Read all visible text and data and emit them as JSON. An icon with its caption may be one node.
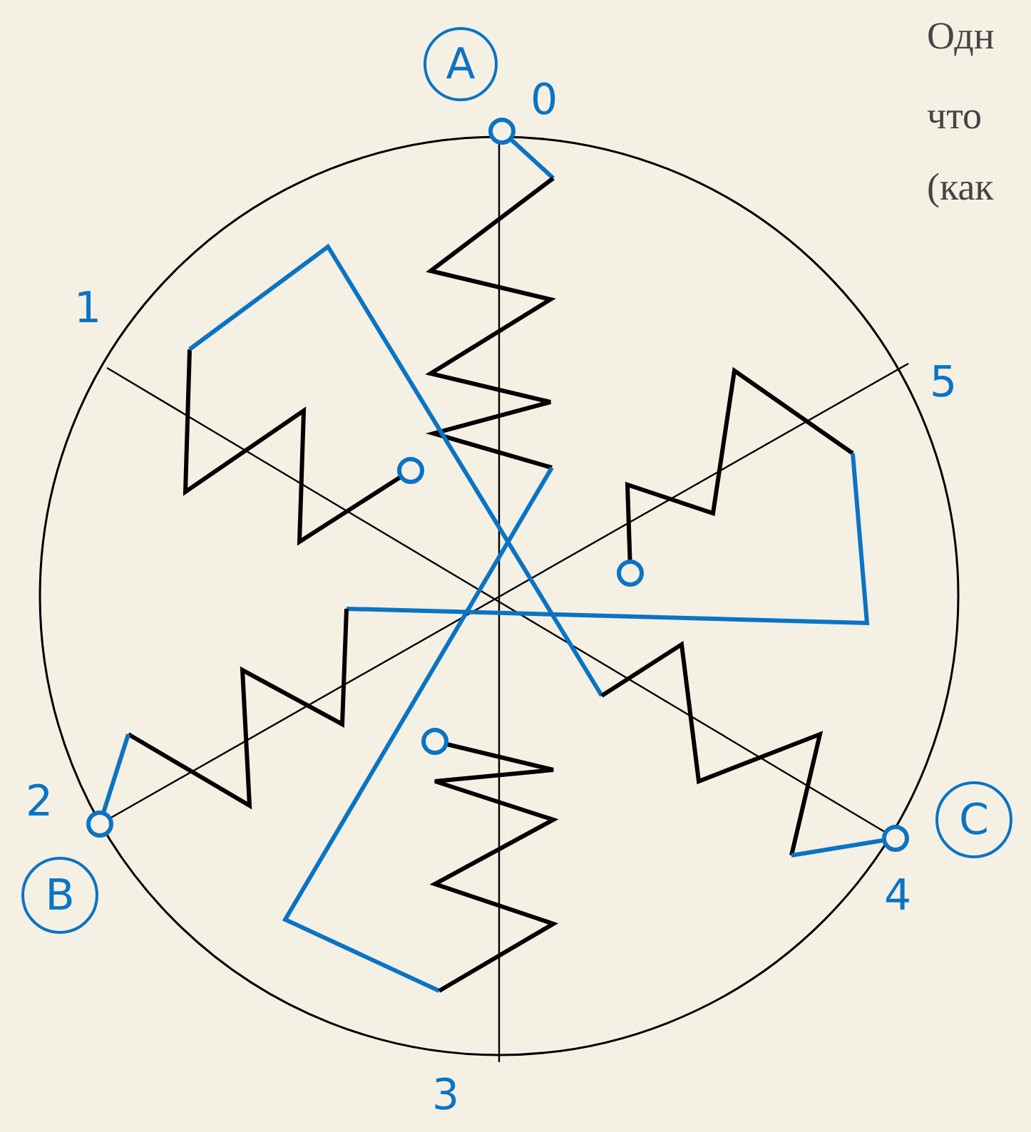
{
  "diagram": {
    "nodes": [
      {
        "text": [
          "A"
        ]
      },
      {
        "text": [
          "B"
        ]
      },
      {
        "text": [
          "C"
        ]
      }
    ],
    "labels": [
      "Одн",
      "0",
      "что",
      "(как",
      "1",
      "5",
      "2",
      "4",
      "3"
    ]
  }
}
